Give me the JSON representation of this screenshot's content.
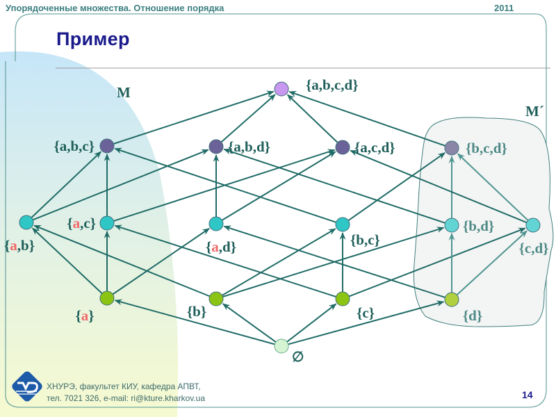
{
  "header": {
    "title": "Упорядоченные множества. Отношение порядка",
    "year": "2011"
  },
  "slide": {
    "title": "Пример",
    "page_number": "14"
  },
  "footer": {
    "line1": "ХНУРЭ, факультет КИУ,  кафедра АПВТ,",
    "line2": "тел. 7021 326, e-mail: ri@kture.kharkov.ua",
    "logo_icon": "university-logo-icon"
  },
  "diagram": {
    "set_labels": {
      "M": "M",
      "M_prime": "M´"
    },
    "colors": {
      "edge": "#1f6b66",
      "edge_light": "#4e9590",
      "label": "#1f5f5a",
      "label_light": "#4e8a86",
      "highlight": "#f06a6a",
      "level3": "#6a6298",
      "level3_light": "#8a86a8",
      "top": "#c898f0",
      "level2": "#2fc6c6",
      "level2_light": "#63d4d4",
      "level1": "#8cc414",
      "level1_light": "#b0d040",
      "bottom": "#d4f4d4"
    },
    "nodes": [
      {
        "id": "abcd",
        "label_parts": [
          [
            "{a,b,c,d}",
            0
          ]
        ],
        "level": 4,
        "in_M_prime": false
      },
      {
        "id": "abc",
        "label_parts": [
          [
            "{a,b,c}",
            0
          ]
        ],
        "level": 3,
        "in_M_prime": false
      },
      {
        "id": "abd",
        "label_parts": [
          [
            "{a,b,d}",
            0
          ]
        ],
        "level": 3,
        "in_M_prime": false
      },
      {
        "id": "acd",
        "label_parts": [
          [
            "{a,c,d}",
            0
          ]
        ],
        "level": 3,
        "in_M_prime": false
      },
      {
        "id": "bcd",
        "label_parts": [
          [
            "{b,c,d}",
            0
          ]
        ],
        "level": 3,
        "in_M_prime": true
      },
      {
        "id": "ab",
        "label_parts": [
          [
            "{",
            0
          ],
          [
            "a",
            1
          ],
          [
            ",b}",
            0
          ]
        ],
        "level": 2,
        "in_M_prime": false
      },
      {
        "id": "ac",
        "label_parts": [
          [
            "{",
            0
          ],
          [
            "a",
            1
          ],
          [
            ",c}",
            0
          ]
        ],
        "level": 2,
        "in_M_prime": false
      },
      {
        "id": "ad",
        "label_parts": [
          [
            "{",
            0
          ],
          [
            "a",
            1
          ],
          [
            ",d}",
            0
          ]
        ],
        "level": 2,
        "in_M_prime": false
      },
      {
        "id": "bc",
        "label_parts": [
          [
            "{b,c}",
            0
          ]
        ],
        "level": 2,
        "in_M_prime": false
      },
      {
        "id": "bd",
        "label_parts": [
          [
            "{b,d}",
            0
          ]
        ],
        "level": 2,
        "in_M_prime": true
      },
      {
        "id": "cd",
        "label_parts": [
          [
            "{c,d}",
            0
          ]
        ],
        "level": 2,
        "in_M_prime": true
      },
      {
        "id": "a",
        "label_parts": [
          [
            "{",
            0
          ],
          [
            "a",
            1
          ],
          [
            "}",
            0
          ]
        ],
        "level": 1,
        "in_M_prime": false
      },
      {
        "id": "b",
        "label_parts": [
          [
            "{b}",
            0
          ]
        ],
        "level": 1,
        "in_M_prime": false
      },
      {
        "id": "c",
        "label_parts": [
          [
            "{c}",
            0
          ]
        ],
        "level": 1,
        "in_M_prime": false
      },
      {
        "id": "d",
        "label_parts": [
          [
            "{d}",
            0
          ]
        ],
        "level": 1,
        "in_M_prime": true
      },
      {
        "id": "empty",
        "label_parts": [
          [
            "∅",
            0
          ]
        ],
        "level": 0,
        "in_M_prime": false
      }
    ],
    "edges": [
      [
        "empty",
        "a"
      ],
      [
        "empty",
        "b"
      ],
      [
        "empty",
        "c"
      ],
      [
        "empty",
        "d"
      ],
      [
        "a",
        "ab"
      ],
      [
        "a",
        "ac"
      ],
      [
        "a",
        "ad"
      ],
      [
        "b",
        "ab"
      ],
      [
        "b",
        "bc"
      ],
      [
        "b",
        "bd"
      ],
      [
        "c",
        "ac"
      ],
      [
        "c",
        "bc"
      ],
      [
        "c",
        "cd"
      ],
      [
        "d",
        "ad"
      ],
      [
        "d",
        "bd"
      ],
      [
        "d",
        "cd"
      ],
      [
        "ab",
        "abc"
      ],
      [
        "ab",
        "abd"
      ],
      [
        "ac",
        "abc"
      ],
      [
        "ac",
        "acd"
      ],
      [
        "ad",
        "abd"
      ],
      [
        "ad",
        "acd"
      ],
      [
        "bc",
        "abc"
      ],
      [
        "bc",
        "bcd"
      ],
      [
        "bd",
        "abd"
      ],
      [
        "bd",
        "bcd"
      ],
      [
        "cd",
        "acd"
      ],
      [
        "cd",
        "bcd"
      ],
      [
        "abc",
        "abcd"
      ],
      [
        "abd",
        "abcd"
      ],
      [
        "acd",
        "abcd"
      ],
      [
        "bcd",
        "abcd"
      ]
    ]
  }
}
